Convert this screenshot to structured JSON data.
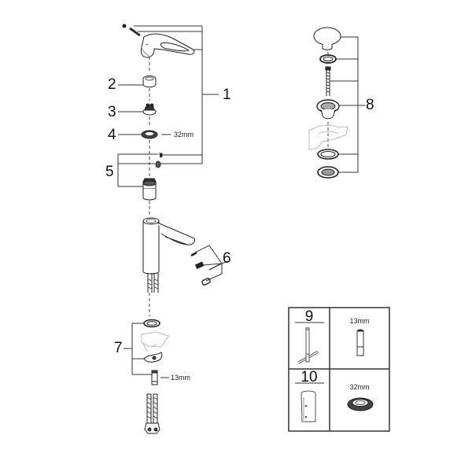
{
  "diagram": {
    "type": "exploded-parts-view",
    "subject": "single-lever basin mixer spare parts",
    "colors": {
      "line": "#222222",
      "fill": "#ffffff",
      "shade": "#cfcfcf",
      "ghost": "#bbbbbb"
    }
  },
  "callouts": [
    {
      "id": "1",
      "label": "1"
    },
    {
      "id": "2",
      "label": "2"
    },
    {
      "id": "3",
      "label": "3"
    },
    {
      "id": "4",
      "label": "4",
      "size": "32mm"
    },
    {
      "id": "5",
      "label": "5"
    },
    {
      "id": "6",
      "label": "6"
    },
    {
      "id": "7",
      "label": "7",
      "size": "13mm"
    },
    {
      "id": "8",
      "label": "8"
    }
  ],
  "tools_table": {
    "rows": [
      {
        "number": "9",
        "tool": "t-handle-wrench-icon",
        "size": "13mm",
        "part": "socket-tube-icon"
      },
      {
        "number": "10",
        "tool": "cartridge-sleeve-icon",
        "size": "32mm",
        "part": "nut-ring-icon"
      }
    ]
  }
}
